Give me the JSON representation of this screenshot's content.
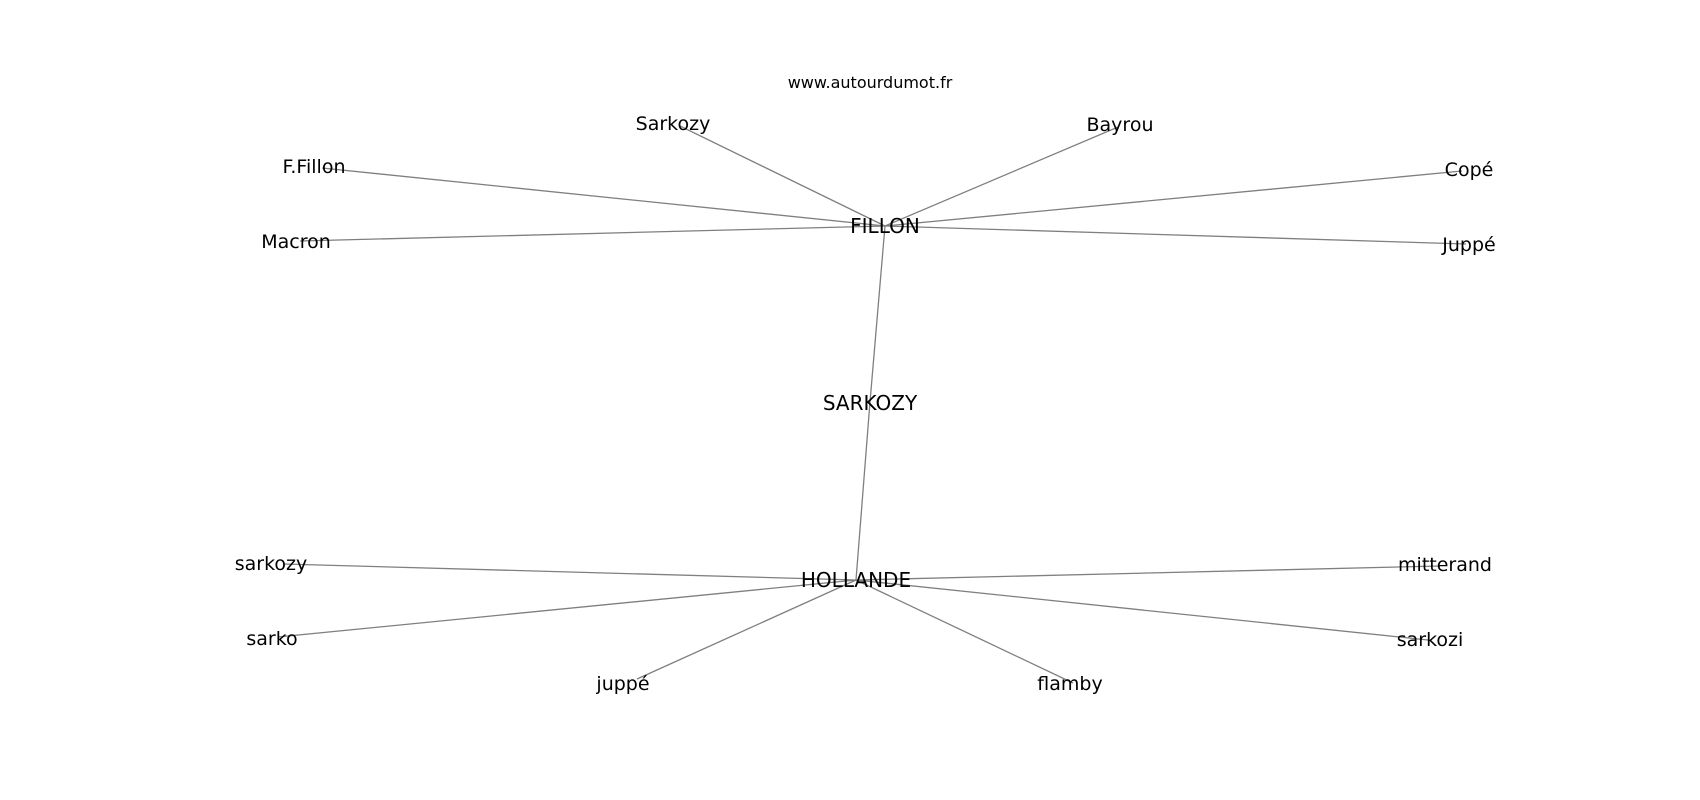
{
  "site": "www.autourdumot.fr",
  "center": "SARKOZY",
  "hubs": [
    {
      "label": "FILLON",
      "neighbors": [
        "Sarkozy",
        "Bayrou",
        "F.Fillon",
        "Copé",
        "Macron",
        "Juppé"
      ]
    },
    {
      "label": "HOLLANDE",
      "neighbors": [
        "sarkozy",
        "mitterand",
        "sarko",
        "sarkozi",
        "juppé",
        "flamby"
      ]
    }
  ],
  "colors": {
    "edge": "#7f7f7f",
    "text": "#000000",
    "background": "#ffffff"
  }
}
